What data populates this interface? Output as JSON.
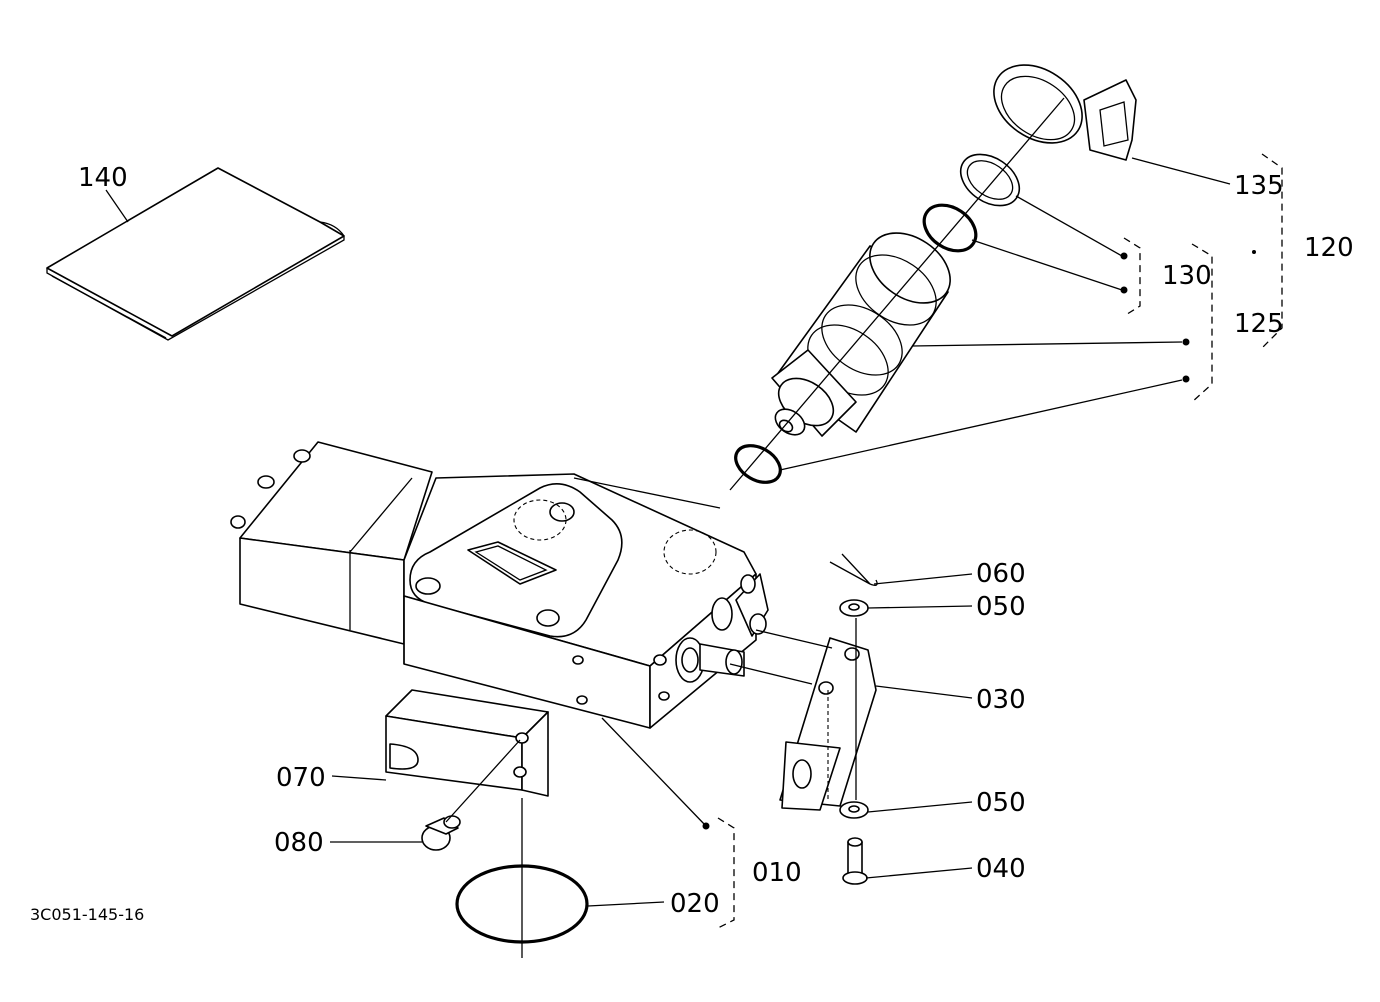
{
  "diagram": {
    "reference_code": "3C051-145-16",
    "labels": [
      {
        "id": "140",
        "text": "140"
      },
      {
        "id": "135",
        "text": "135"
      },
      {
        "id": "120",
        "text": "120"
      },
      {
        "id": "130",
        "text": "130"
      },
      {
        "id": "125",
        "text": "125"
      },
      {
        "id": "060",
        "text": "060"
      },
      {
        "id": "050a",
        "text": "050"
      },
      {
        "id": "030",
        "text": "030"
      },
      {
        "id": "070",
        "text": "070"
      },
      {
        "id": "050b",
        "text": "050"
      },
      {
        "id": "080",
        "text": "080"
      },
      {
        "id": "040",
        "text": "040"
      },
      {
        "id": "010",
        "text": "010"
      },
      {
        "id": "020",
        "text": "020"
      }
    ]
  }
}
